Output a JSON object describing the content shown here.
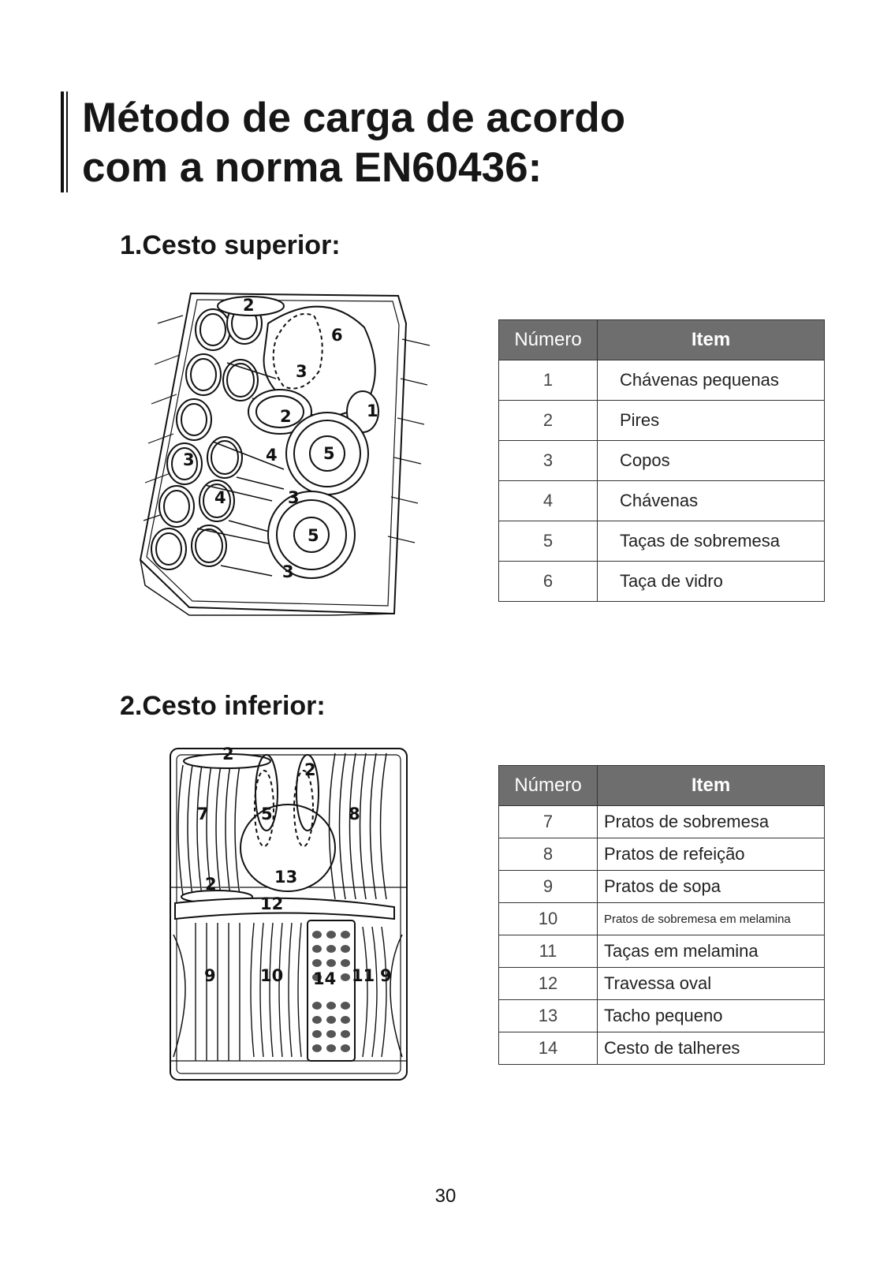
{
  "title": "Método de carga de acordo com a norma EN60436:",
  "sections": [
    {
      "title": "1.Cesto superior:",
      "table": {
        "headers": [
          "Número",
          "Item"
        ],
        "rows": [
          {
            "num": "1",
            "item": "Chávenas pequenas"
          },
          {
            "num": "2",
            "item": "Pires"
          },
          {
            "num": "3",
            "item": "Copos"
          },
          {
            "num": "4",
            "item": "Chávenas"
          },
          {
            "num": "5",
            "item": "Taças de sobremesa"
          },
          {
            "num": "6",
            "item": "Taça de vidro"
          }
        ]
      },
      "callouts": [
        "2",
        "6",
        "3",
        "2",
        "1",
        "3",
        "4",
        "5",
        "4",
        "3",
        "5",
        "3"
      ]
    },
    {
      "title": "2.Cesto inferior:",
      "table": {
        "headers": [
          "Número",
          "Item"
        ],
        "rows": [
          {
            "num": "7",
            "item": "Pratos de sobremesa"
          },
          {
            "num": "8",
            "item": "Pratos de refeição"
          },
          {
            "num": "9",
            "item": "Pratos de sopa"
          },
          {
            "num": "10",
            "item": "Pratos de sobremesa em melamina"
          },
          {
            "num": "11",
            "item": "Taças em melamina"
          },
          {
            "num": "12",
            "item": "Travessa oval"
          },
          {
            "num": "13",
            "item": "Tacho pequeno"
          },
          {
            "num": "14",
            "item": "Cesto de talheres"
          }
        ]
      },
      "callouts": [
        "2",
        "2",
        "7",
        "5",
        "8",
        "2",
        "13",
        "12",
        "9",
        "10",
        "14",
        "11",
        "9"
      ]
    }
  ],
  "page_number": "30"
}
